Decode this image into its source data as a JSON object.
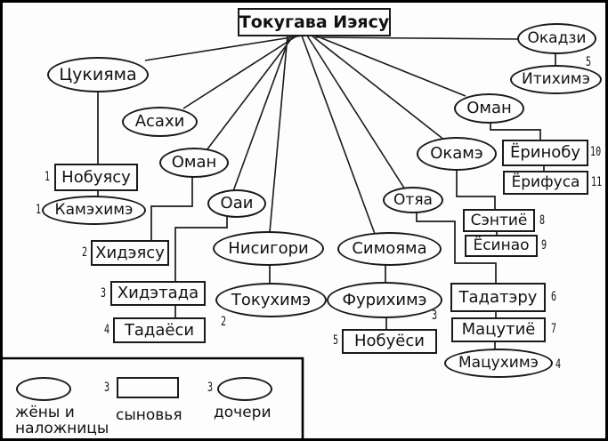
{
  "root": {
    "label": "Токугава Иэясу"
  },
  "wives": [
    {
      "name": "Цукияма"
    },
    {
      "name": "Асахи"
    },
    {
      "name": "Оман"
    },
    {
      "name": "Оаи"
    },
    {
      "name": "Нисигори"
    },
    {
      "name": "Симояма"
    },
    {
      "name": "Отяа"
    },
    {
      "name": "Окамэ"
    },
    {
      "name": "Оман"
    },
    {
      "name": "Окадзи"
    }
  ],
  "sons": [
    {
      "num": "1",
      "name": "Нобуясу"
    },
    {
      "num": "2",
      "name": "Хидэясу"
    },
    {
      "num": "3",
      "name": "Хидэтада"
    },
    {
      "num": "4",
      "name": "Тадаёси"
    },
    {
      "num": "5",
      "name": "Нобуёси"
    },
    {
      "num": "6",
      "name": "Тадатэру"
    },
    {
      "num": "7",
      "name": "Мацутиё"
    },
    {
      "num": "8",
      "name": "Сэнтиё"
    },
    {
      "num": "9",
      "name": "Ёсинао"
    },
    {
      "num": "10",
      "name": "Ёринобу"
    },
    {
      "num": "11",
      "name": "Ёрифуса"
    }
  ],
  "daughters": [
    {
      "num": "1",
      "name": "Камэхимэ"
    },
    {
      "num": "2",
      "name": "Токухимэ"
    },
    {
      "num": "3",
      "name": "Фурихимэ"
    },
    {
      "num": "4",
      "name": "Мацухимэ"
    },
    {
      "num": "5",
      "name": "Итихимэ"
    }
  ],
  "legend": {
    "wives_label": "жёны и наложницы",
    "sons_num": "3",
    "sons_label": "сыновья",
    "daughters_num": "3",
    "daughters_label": "дочери"
  },
  "colors": {
    "line": "#1a1a1a",
    "background": "#fdfdfd"
  }
}
